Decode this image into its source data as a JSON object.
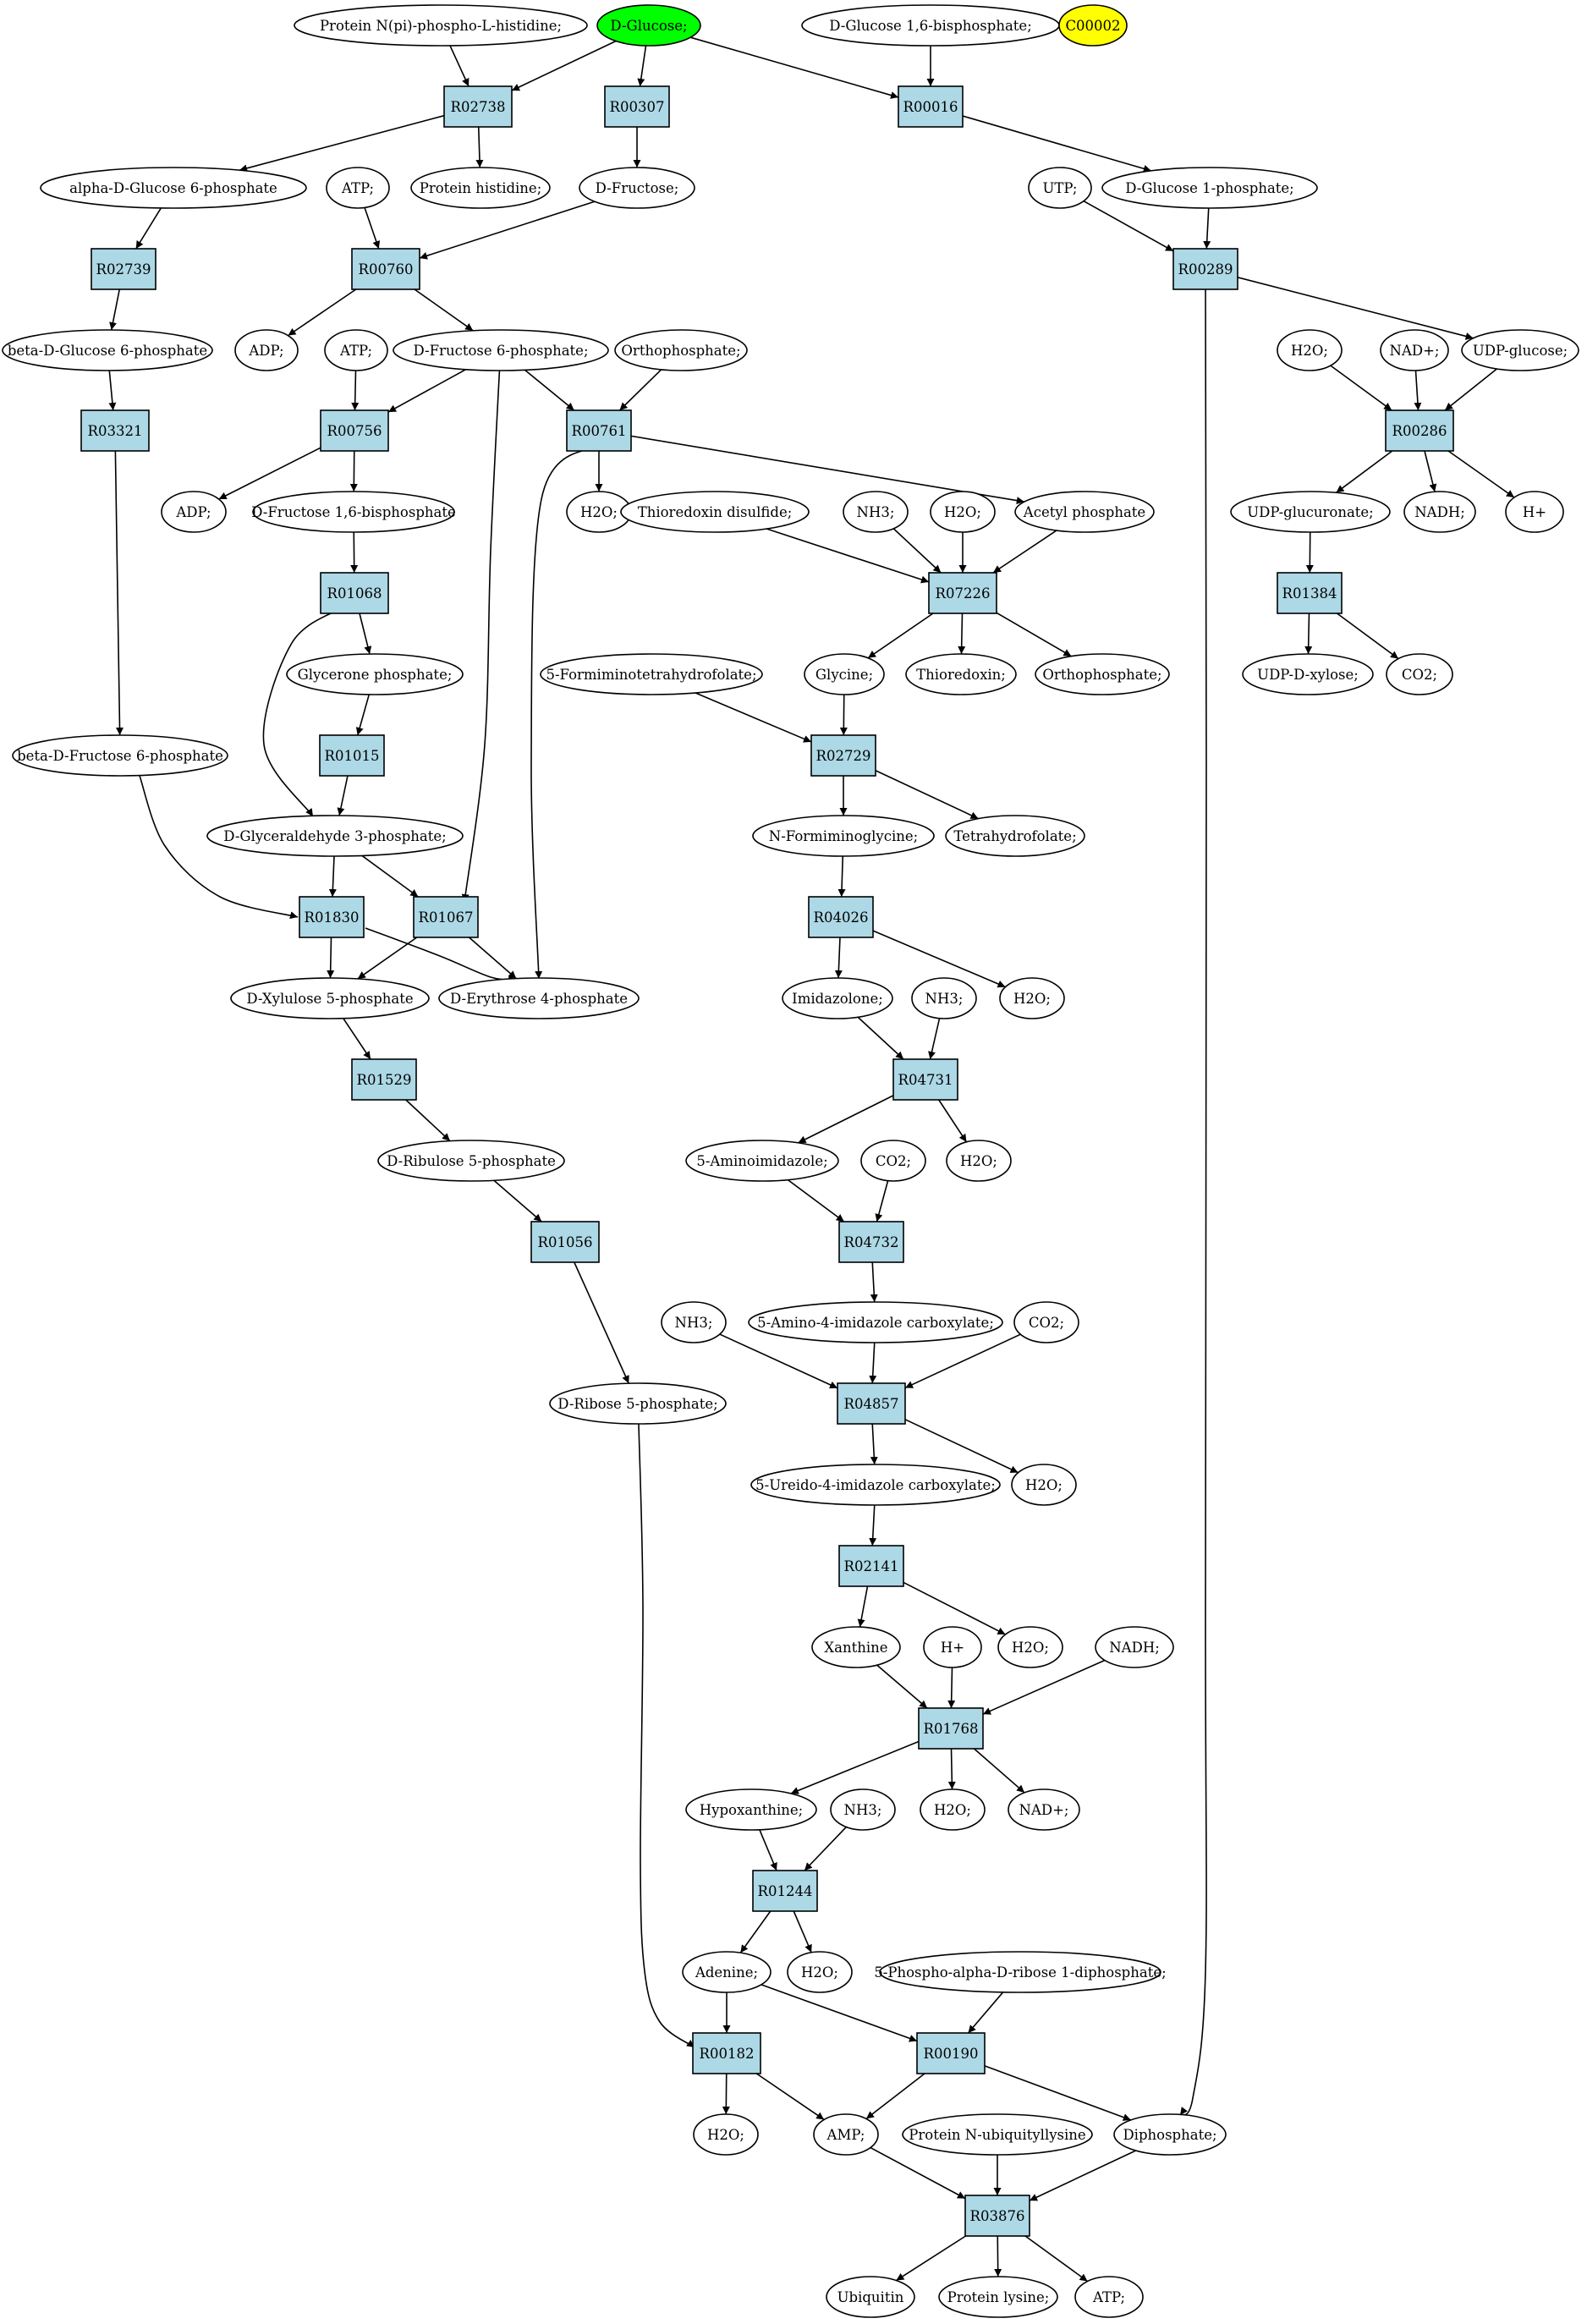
{
  "colors": {
    "reaction_fill": "#add8e6",
    "metabolite_fill": "#ffffff",
    "highlight_green": "#00ff00",
    "highlight_yellow": "#ffff00",
    "stroke": "#000000"
  },
  "nodes": [
    {
      "id": "m_protein_npi",
      "kind": "metabolite",
      "label": "Protein N(pi)-phospho-L-histidine;"
    },
    {
      "id": "m_dglucose",
      "kind": "metabolite",
      "label": "D-Glucose;",
      "highlight": "green"
    },
    {
      "id": "m_dglucose16bp",
      "kind": "metabolite",
      "label": "D-Glucose 1,6-bisphosphate;"
    },
    {
      "id": "m_c00002",
      "kind": "metabolite",
      "label": "C00002",
      "highlight": "yellow"
    },
    {
      "id": "r_R02738",
      "kind": "reaction",
      "label": "R02738"
    },
    {
      "id": "r_R00307",
      "kind": "reaction",
      "label": "R00307"
    },
    {
      "id": "r_R00016",
      "kind": "reaction",
      "label": "R00016"
    },
    {
      "id": "m_alpha_g6p",
      "kind": "metabolite",
      "label": "alpha-D-Glucose 6-phosphate"
    },
    {
      "id": "m_atp_1",
      "kind": "metabolite",
      "label": "ATP;"
    },
    {
      "id": "m_protein_his",
      "kind": "metabolite",
      "label": "Protein histidine;"
    },
    {
      "id": "m_dfructose",
      "kind": "metabolite",
      "label": "D-Fructose;"
    },
    {
      "id": "m_utp",
      "kind": "metabolite",
      "label": "UTP;"
    },
    {
      "id": "m_dglucose1p",
      "kind": "metabolite",
      "label": "D-Glucose 1-phosphate;"
    },
    {
      "id": "r_R02739",
      "kind": "reaction",
      "label": "R02739"
    },
    {
      "id": "r_R00760",
      "kind": "reaction",
      "label": "R00760"
    },
    {
      "id": "r_R00289",
      "kind": "reaction",
      "label": "R00289"
    },
    {
      "id": "m_beta_g6p",
      "kind": "metabolite",
      "label": "beta-D-Glucose 6-phosphate"
    },
    {
      "id": "m_adp_1",
      "kind": "metabolite",
      "label": "ADP;"
    },
    {
      "id": "m_atp_2",
      "kind": "metabolite",
      "label": "ATP;"
    },
    {
      "id": "m_f6p",
      "kind": "metabolite",
      "label": "D-Fructose 6-phosphate;"
    },
    {
      "id": "m_orthophosphate_1",
      "kind": "metabolite",
      "label": "Orthophosphate;"
    },
    {
      "id": "m_h2o_1",
      "kind": "metabolite",
      "label": "H2O;"
    },
    {
      "id": "m_nad_1",
      "kind": "metabolite",
      "label": "NAD+;"
    },
    {
      "id": "m_udpglucose",
      "kind": "metabolite",
      "label": "UDP-glucose;"
    },
    {
      "id": "r_R03321",
      "kind": "reaction",
      "label": "R03321"
    },
    {
      "id": "r_R00756",
      "kind": "reaction",
      "label": "R00756"
    },
    {
      "id": "r_R00761",
      "kind": "reaction",
      "label": "R00761"
    },
    {
      "id": "r_R00286",
      "kind": "reaction",
      "label": "R00286"
    },
    {
      "id": "m_adp_2",
      "kind": "metabolite",
      "label": "ADP;"
    },
    {
      "id": "m_fbp",
      "kind": "metabolite",
      "label": "D-Fructose 1,6-bisphosphate"
    },
    {
      "id": "m_h2o_2",
      "kind": "metabolite",
      "label": "H2O;"
    },
    {
      "id": "m_thioredoxin_ds",
      "kind": "metabolite",
      "label": "Thioredoxin disulfide;"
    },
    {
      "id": "m_nh3_1",
      "kind": "metabolite",
      "label": "NH3;"
    },
    {
      "id": "m_h2o_3",
      "kind": "metabolite",
      "label": "H2O;"
    },
    {
      "id": "m_acetylp",
      "kind": "metabolite",
      "label": "Acetyl phosphate"
    },
    {
      "id": "m_udpglucuronate",
      "kind": "metabolite",
      "label": "UDP-glucuronate;"
    },
    {
      "id": "m_nadh_1",
      "kind": "metabolite",
      "label": "NADH;"
    },
    {
      "id": "m_hplus_1",
      "kind": "metabolite",
      "label": "H+"
    },
    {
      "id": "r_R01068",
      "kind": "reaction",
      "label": "R01068"
    },
    {
      "id": "r_R07226",
      "kind": "reaction",
      "label": "R07226"
    },
    {
      "id": "r_R01384",
      "kind": "reaction",
      "label": "R01384"
    },
    {
      "id": "m_glyceronep",
      "kind": "metabolite",
      "label": "Glycerone phosphate;"
    },
    {
      "id": "m_formiminothf",
      "kind": "metabolite",
      "label": "5-Formiminotetrahydrofolate;"
    },
    {
      "id": "m_glycine",
      "kind": "metabolite",
      "label": "Glycine;"
    },
    {
      "id": "m_thioredoxin",
      "kind": "metabolite",
      "label": "Thioredoxin;"
    },
    {
      "id": "m_orthophosphate_2",
      "kind": "metabolite",
      "label": "Orthophosphate;"
    },
    {
      "id": "m_udpxylose",
      "kind": "metabolite",
      "label": "UDP-D-xylose;"
    },
    {
      "id": "m_co2_1",
      "kind": "metabolite",
      "label": "CO2;"
    },
    {
      "id": "m_beta_f6p",
      "kind": "metabolite",
      "label": "beta-D-Fructose 6-phosphate"
    },
    {
      "id": "r_R01015",
      "kind": "reaction",
      "label": "R01015"
    },
    {
      "id": "r_R02729",
      "kind": "reaction",
      "label": "R02729"
    },
    {
      "id": "m_g3p",
      "kind": "metabolite",
      "label": "D-Glyceraldehyde 3-phosphate;"
    },
    {
      "id": "m_nformiminoglycine",
      "kind": "metabolite",
      "label": "N-Formiminoglycine;"
    },
    {
      "id": "m_thf",
      "kind": "metabolite",
      "label": "Tetrahydrofolate;"
    },
    {
      "id": "r_R01830",
      "kind": "reaction",
      "label": "R01830"
    },
    {
      "id": "r_R01067",
      "kind": "reaction",
      "label": "R01067"
    },
    {
      "id": "r_R04026",
      "kind": "reaction",
      "label": "R04026"
    },
    {
      "id": "m_x5p",
      "kind": "metabolite",
      "label": "D-Xylulose 5-phosphate"
    },
    {
      "id": "m_e4p",
      "kind": "metabolite",
      "label": "D-Erythrose 4-phosphate"
    },
    {
      "id": "m_imidazolone",
      "kind": "metabolite",
      "label": "Imidazolone;"
    },
    {
      "id": "m_nh3_2",
      "kind": "metabolite",
      "label": "NH3;"
    },
    {
      "id": "m_h2o_4",
      "kind": "metabolite",
      "label": "H2O;"
    },
    {
      "id": "r_R01529",
      "kind": "reaction",
      "label": "R01529"
    },
    {
      "id": "r_R04731",
      "kind": "reaction",
      "label": "R04731"
    },
    {
      "id": "m_ru5p",
      "kind": "metabolite",
      "label": "D-Ribulose 5-phosphate"
    },
    {
      "id": "m_aminoimidazole",
      "kind": "metabolite",
      "label": "5-Aminoimidazole;"
    },
    {
      "id": "m_co2_2",
      "kind": "metabolite",
      "label": "CO2;"
    },
    {
      "id": "m_h2o_5",
      "kind": "metabolite",
      "label": "H2O;"
    },
    {
      "id": "r_R01056",
      "kind": "reaction",
      "label": "R01056"
    },
    {
      "id": "r_R04732",
      "kind": "reaction",
      "label": "R04732"
    },
    {
      "id": "m_nh3_3",
      "kind": "metabolite",
      "label": "NH3;"
    },
    {
      "id": "m_aica",
      "kind": "metabolite",
      "label": "5-Amino-4-imidazole carboxylate;"
    },
    {
      "id": "m_co2_3",
      "kind": "metabolite",
      "label": "CO2;"
    },
    {
      "id": "m_r5p",
      "kind": "metabolite",
      "label": "D-Ribose 5-phosphate;"
    },
    {
      "id": "r_R04857",
      "kind": "reaction",
      "label": "R04857"
    },
    {
      "id": "m_ureido",
      "kind": "metabolite",
      "label": "5-Ureido-4-imidazole carboxylate;"
    },
    {
      "id": "m_h2o_6",
      "kind": "metabolite",
      "label": "H2O;"
    },
    {
      "id": "r_R02141",
      "kind": "reaction",
      "label": "R02141"
    },
    {
      "id": "m_xanthine",
      "kind": "metabolite",
      "label": "Xanthine"
    },
    {
      "id": "m_hplus_2",
      "kind": "metabolite",
      "label": "H+"
    },
    {
      "id": "m_h2o_7",
      "kind": "metabolite",
      "label": "H2O;"
    },
    {
      "id": "m_nadh_2",
      "kind": "metabolite",
      "label": "NADH;"
    },
    {
      "id": "r_R01768",
      "kind": "reaction",
      "label": "R01768"
    },
    {
      "id": "m_hypoxanthine",
      "kind": "metabolite",
      "label": "Hypoxanthine;"
    },
    {
      "id": "m_nh3_4",
      "kind": "metabolite",
      "label": "NH3;"
    },
    {
      "id": "m_h2o_8",
      "kind": "metabolite",
      "label": "H2O;"
    },
    {
      "id": "m_nad_2",
      "kind": "metabolite",
      "label": "NAD+;"
    },
    {
      "id": "r_R01244",
      "kind": "reaction",
      "label": "R01244"
    },
    {
      "id": "m_adenine",
      "kind": "metabolite",
      "label": "Adenine;"
    },
    {
      "id": "m_h2o_9",
      "kind": "metabolite",
      "label": "H2O;"
    },
    {
      "id": "m_prpp",
      "kind": "metabolite",
      "label": "5-Phospho-alpha-D-ribose 1-diphosphate;"
    },
    {
      "id": "r_R00182",
      "kind": "reaction",
      "label": "R00182"
    },
    {
      "id": "r_R00190",
      "kind": "reaction",
      "label": "R00190"
    },
    {
      "id": "m_h2o_10",
      "kind": "metabolite",
      "label": "H2O;"
    },
    {
      "id": "m_amp",
      "kind": "metabolite",
      "label": "AMP;"
    },
    {
      "id": "m_protein_ubiq",
      "kind": "metabolite",
      "label": "Protein N-ubiquityllysine"
    },
    {
      "id": "m_diphosphate",
      "kind": "metabolite",
      "label": "Diphosphate;"
    },
    {
      "id": "r_R03876",
      "kind": "reaction",
      "label": "R03876"
    },
    {
      "id": "m_ubiquitin",
      "kind": "metabolite",
      "label": "Ubiquitin"
    },
    {
      "id": "m_protein_lys",
      "kind": "metabolite",
      "label": "Protein lysine;"
    },
    {
      "id": "m_atp_3",
      "kind": "metabolite",
      "label": "ATP;"
    }
  ],
  "edges": [
    [
      "m_protein_npi",
      "r_R02738"
    ],
    [
      "m_dglucose",
      "r_R02738"
    ],
    [
      "m_dglucose",
      "r_R00307"
    ],
    [
      "m_dglucose",
      "r_R00016"
    ],
    [
      "m_dglucose16bp",
      "r_R00016"
    ],
    [
      "r_R02738",
      "m_alpha_g6p"
    ],
    [
      "r_R02738",
      "m_protein_his"
    ],
    [
      "r_R00307",
      "m_dfructose"
    ],
    [
      "r_R00016",
      "m_dglucose1p"
    ],
    [
      "m_alpha_g6p",
      "r_R02739"
    ],
    [
      "m_atp_1",
      "r_R00760"
    ],
    [
      "m_dfructose",
      "r_R00760"
    ],
    [
      "m_utp",
      "r_R00289"
    ],
    [
      "m_dglucose1p",
      "r_R00289"
    ],
    [
      "r_R02739",
      "m_beta_g6p"
    ],
    [
      "r_R00760",
      "m_adp_1"
    ],
    [
      "r_R00760",
      "m_f6p"
    ],
    [
      "r_R00289",
      "m_udpglucose"
    ],
    [
      "r_R00289",
      "m_diphosphate"
    ],
    [
      "m_beta_g6p",
      "r_R03321"
    ],
    [
      "m_atp_2",
      "r_R00756"
    ],
    [
      "m_f6p",
      "r_R00756"
    ],
    [
      "m_f6p",
      "r_R00761"
    ],
    [
      "m_f6p",
      "r_R01067"
    ],
    [
      "m_orthophosphate_1",
      "r_R00761"
    ],
    [
      "m_h2o_1",
      "r_R00286"
    ],
    [
      "m_nad_1",
      "r_R00286"
    ],
    [
      "m_udpglucose",
      "r_R00286"
    ],
    [
      "r_R03321",
      "m_beta_f6p"
    ],
    [
      "r_R00756",
      "m_adp_2"
    ],
    [
      "r_R00756",
      "m_fbp"
    ],
    [
      "r_R00761",
      "m_h2o_2"
    ],
    [
      "r_R00761",
      "m_acetylp"
    ],
    [
      "r_R00761",
      "m_e4p"
    ],
    [
      "r_R00286",
      "m_udpglucuronate"
    ],
    [
      "r_R00286",
      "m_nadh_1"
    ],
    [
      "r_R00286",
      "m_hplus_1"
    ],
    [
      "m_fbp",
      "r_R01068"
    ],
    [
      "m_thioredoxin_ds",
      "r_R07226"
    ],
    [
      "m_nh3_1",
      "r_R07226"
    ],
    [
      "m_h2o_3",
      "r_R07226"
    ],
    [
      "m_acetylp",
      "r_R07226"
    ],
    [
      "m_udpglucuronate",
      "r_R01384"
    ],
    [
      "r_R01068",
      "m_glyceronep"
    ],
    [
      "r_R01068",
      "m_g3p"
    ],
    [
      "r_R07226",
      "m_glycine"
    ],
    [
      "r_R07226",
      "m_thioredoxin"
    ],
    [
      "r_R07226",
      "m_orthophosphate_2"
    ],
    [
      "r_R01384",
      "m_udpxylose"
    ],
    [
      "r_R01384",
      "m_co2_1"
    ],
    [
      "m_glyceronep",
      "r_R01015"
    ],
    [
      "m_formiminothf",
      "r_R02729"
    ],
    [
      "m_glycine",
      "r_R02729"
    ],
    [
      "r_R01015",
      "m_g3p"
    ],
    [
      "r_R02729",
      "m_nformiminoglycine"
    ],
    [
      "r_R02729",
      "m_thf"
    ],
    [
      "m_beta_f6p",
      "r_R01830"
    ],
    [
      "m_g3p",
      "r_R01830"
    ],
    [
      "m_g3p",
      "r_R01067"
    ],
    [
      "m_nformiminoglycine",
      "r_R04026"
    ],
    [
      "r_R01830",
      "m_x5p"
    ],
    [
      "r_R01830",
      "m_e4p"
    ],
    [
      "r_R01067",
      "m_x5p"
    ],
    [
      "r_R01067",
      "m_e4p"
    ],
    [
      "r_R04026",
      "m_imidazolone"
    ],
    [
      "r_R04026",
      "m_h2o_4"
    ],
    [
      "m_x5p",
      "r_R01529"
    ],
    [
      "m_imidazolone",
      "r_R04731"
    ],
    [
      "m_nh3_2",
      "r_R04731"
    ],
    [
      "r_R01529",
      "m_ru5p"
    ],
    [
      "r_R04731",
      "m_aminoimidazole"
    ],
    [
      "r_R04731",
      "m_h2o_5"
    ],
    [
      "m_ru5p",
      "r_R01056"
    ],
    [
      "m_aminoimidazole",
      "r_R04732"
    ],
    [
      "m_co2_2",
      "r_R04732"
    ],
    [
      "r_R01056",
      "m_r5p"
    ],
    [
      "r_R04732",
      "m_aica"
    ],
    [
      "m_nh3_3",
      "r_R04857"
    ],
    [
      "m_aica",
      "r_R04857"
    ],
    [
      "m_co2_3",
      "r_R04857"
    ],
    [
      "r_R04857",
      "m_ureido"
    ],
    [
      "r_R04857",
      "m_h2o_6"
    ],
    [
      "m_ureido",
      "r_R02141"
    ],
    [
      "r_R02141",
      "m_xanthine"
    ],
    [
      "r_R02141",
      "m_h2o_7"
    ],
    [
      "m_xanthine",
      "r_R01768"
    ],
    [
      "m_hplus_2",
      "r_R01768"
    ],
    [
      "m_nadh_2",
      "r_R01768"
    ],
    [
      "r_R01768",
      "m_hypoxanthine"
    ],
    [
      "r_R01768",
      "m_h2o_8"
    ],
    [
      "r_R01768",
      "m_nad_2"
    ],
    [
      "m_hypoxanthine",
      "r_R01244"
    ],
    [
      "m_nh3_4",
      "r_R01244"
    ],
    [
      "r_R01244",
      "m_adenine"
    ],
    [
      "r_R01244",
      "m_h2o_9"
    ],
    [
      "m_r5p",
      "r_R00182"
    ],
    [
      "m_adenine",
      "r_R00182"
    ],
    [
      "m_adenine",
      "r_R00190"
    ],
    [
      "m_prpp",
      "r_R00190"
    ],
    [
      "r_R00182",
      "m_h2o_10"
    ],
    [
      "r_R00182",
      "m_amp"
    ],
    [
      "r_R00190",
      "m_amp"
    ],
    [
      "r_R00190",
      "m_diphosphate"
    ],
    [
      "m_amp",
      "r_R03876"
    ],
    [
      "m_protein_ubiq",
      "r_R03876"
    ],
    [
      "m_diphosphate",
      "r_R03876"
    ],
    [
      "r_R03876",
      "m_ubiquitin"
    ],
    [
      "r_R03876",
      "m_protein_lys"
    ],
    [
      "r_R03876",
      "m_atp_3"
    ]
  ]
}
